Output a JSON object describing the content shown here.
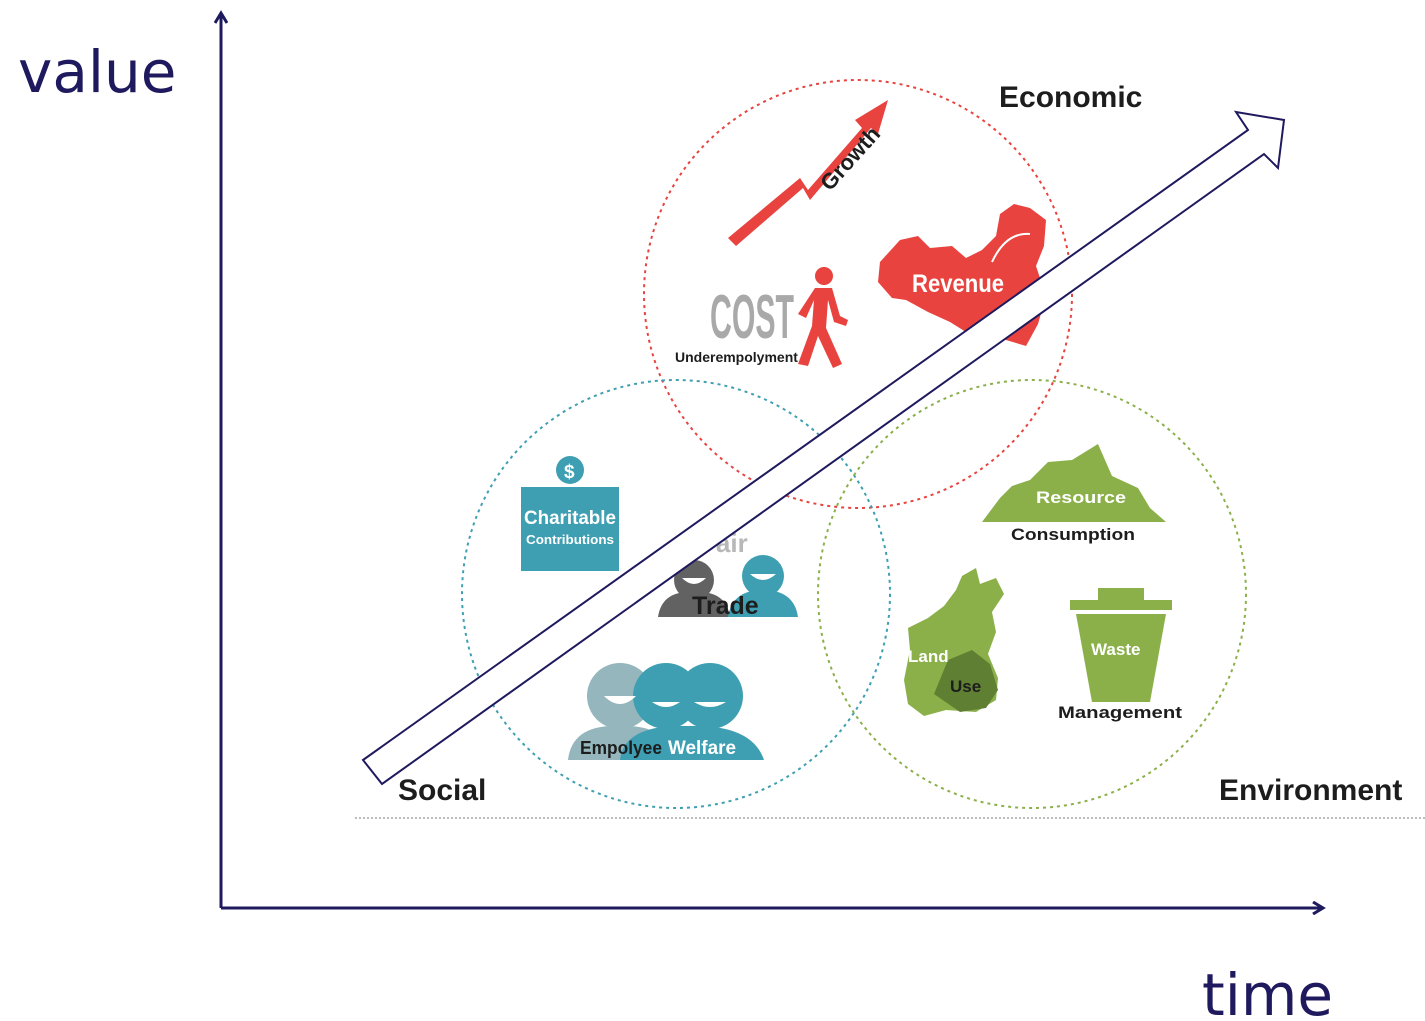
{
  "axes": {
    "y_label": "value",
    "x_label": "time"
  },
  "categories": {
    "economic": "Economic",
    "social": "Social",
    "environment": "Environment"
  },
  "economic_items": {
    "growth": "Growth",
    "cost": "COST",
    "underemployment": "Underempolyment",
    "revenue": "Revenue"
  },
  "social_items": {
    "charitable_line1": "Charitable",
    "charitable_line2": "Contributions",
    "dollar": "$",
    "fair": "Fair",
    "trade": "Trade",
    "employee": "Empolyee",
    "welfare": "Welfare"
  },
  "environment_items": {
    "resource": "Resource",
    "consumption": "Consumption",
    "land": "Land",
    "use": "Use",
    "waste": "Waste",
    "management": "Management"
  },
  "colors": {
    "axis": "#1f1a5e",
    "economic": "#e8433f",
    "social": "#3f9fb2",
    "environment": "#8bb04a",
    "trend_arrow_outline": "#1f1a5e"
  }
}
